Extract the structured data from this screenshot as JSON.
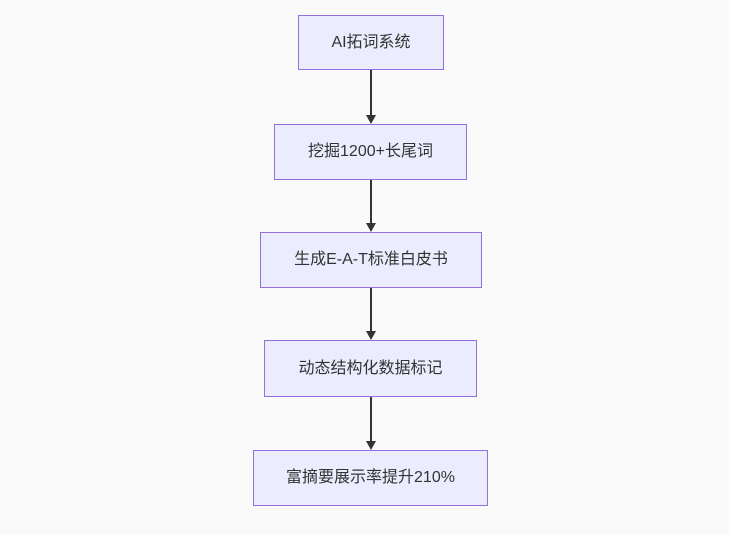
{
  "flowchart": {
    "type": "flowchart-vertical",
    "nodes": [
      {
        "id": "node-1",
        "label": "AI拓词系统"
      },
      {
        "id": "node-2",
        "label": "挖掘1200+长尾词"
      },
      {
        "id": "node-3",
        "label": "生成E-A-T标准白皮书"
      },
      {
        "id": "node-4",
        "label": "动态结构化数据标记"
      },
      {
        "id": "node-5",
        "label": "富摘要展示率提升210%"
      }
    ],
    "edges": [
      {
        "from": "node-1",
        "to": "node-2",
        "arrow": "down"
      },
      {
        "from": "node-2",
        "to": "node-3",
        "arrow": "down"
      },
      {
        "from": "node-3",
        "to": "node-4",
        "arrow": "down"
      },
      {
        "from": "node-4",
        "to": "node-5",
        "arrow": "down"
      }
    ],
    "colors": {
      "node_fill": "#ECECFF",
      "node_border": "#9370DB",
      "arrow": "#333333",
      "text": "#333333",
      "background": "#fafafa"
    }
  }
}
